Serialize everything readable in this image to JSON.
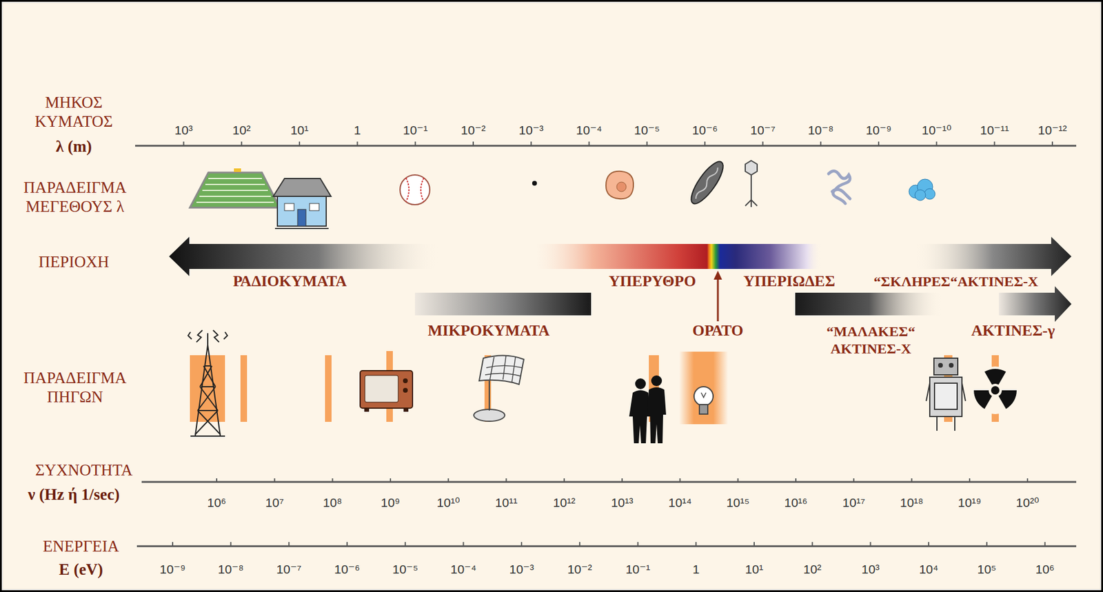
{
  "diagram": {
    "labels": [
      "ΜΗΚΟΣ ΚΥΜΑΤΟΣ",
      "λ (m)",
      "10³",
      "10²",
      "10¹",
      "1",
      "10⁻¹",
      "10⁻²",
      "10⁻³",
      "10⁻⁴",
      "10⁻⁵",
      "10⁻⁶",
      "10⁻⁷",
      "10⁻⁸",
      "10⁻⁹",
      "10⁻¹⁰",
      "10⁻¹¹",
      "10⁻¹²",
      "ΠΑΡΑΔΕΙΓΜΑ ΜΕΓΕΘΟΥΣ λ",
      "ΠΕΡΙΟΧΗ",
      "ΡΑΔΙΟΚΥΜΑΤΑ",
      "ΥΠΕΡΥΘΡΟ",
      "ΥΠΕΡΙΩΔΕΣ",
      "“ΣΚΛΗΡΕΣ“ΑΚΤΙΝΕΣ-Χ",
      "ΜΙΚΡΟΚΥΜΑΤΑ",
      "ΟΡΑΤΟ",
      "“ΜΑΛΑΚΕΣ“ ΑΚΤΙΝΕΣ-Χ",
      "ΑΚΤΙΝΕΣ-γ",
      "ΠΑΡΑΔΕΙΓΜΑ ΠΗΓΩΝ",
      "ΣΥΧΝΟΤΗΤΑ",
      "ν (Hz ή 1/sec)",
      "10⁶",
      "10⁷",
      "10⁸",
      "10⁹",
      "10¹⁰",
      "10¹¹",
      "10¹²",
      "10¹³",
      "10¹⁴",
      "10¹⁵",
      "10¹⁶",
      "10¹⁷",
      "10¹⁸",
      "10¹⁹",
      "10²⁰",
      "ΕΝΕΡΓΕΙΑ",
      "E (eV)",
      "10⁻⁹",
      "10⁻⁸",
      "10⁻⁷",
      "10⁻⁶",
      "10⁻⁵",
      "10⁻⁴",
      "10⁻³",
      "10⁻²",
      "10⁻¹",
      "1",
      "10¹",
      "10²",
      "10³",
      "10⁴",
      "10⁵",
      "10⁶"
    ]
  }
}
